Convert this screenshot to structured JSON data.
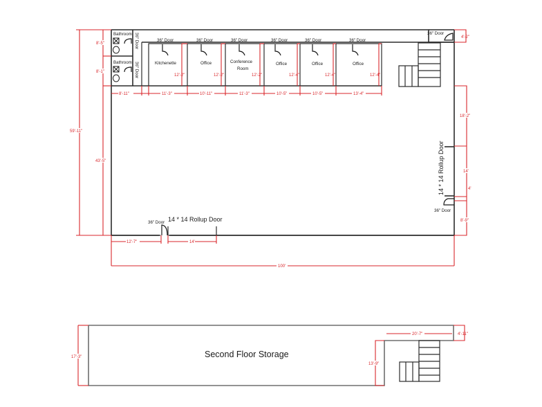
{
  "plan": {
    "colors": {
      "wall": "#2b2b2b",
      "dimension": "#d9262b",
      "text": "#1a1a1a"
    },
    "first_floor": {
      "overall_width": "100'",
      "overall_depth_left": "59'-11\"",
      "open_area_depth": "43'-5\"",
      "bathrooms": [
        {
          "label": "Bathroom",
          "door": "36\" Door",
          "height": "8'-5\""
        },
        {
          "label": "Bathroom",
          "door": "36\" Door",
          "height": "8'-1\""
        }
      ],
      "bathroom_width": "8'-11\"",
      "rooms": [
        {
          "label": "Kitchenette",
          "door": "36\" Door",
          "depth": "12'-2\"",
          "width": "11'-3\""
        },
        {
          "label": "Office",
          "door": "36\" Door",
          "depth": "12'-2\"",
          "width": "10'-11\""
        },
        {
          "label": "Conference",
          "label2": "Room",
          "door": "36\" Door",
          "depth": "12'-2\"",
          "width": "11'-3\""
        },
        {
          "label": "Office",
          "door": "36\" Door",
          "depth": "12'-4\"",
          "width": "10'-5\""
        },
        {
          "label": "Office",
          "door": "36\" Door",
          "depth": "12'-4\"",
          "width": "10'-5\""
        },
        {
          "label": "Office",
          "door": "36\" Door",
          "depth": "12'-4\"",
          "width": "13'-4\""
        }
      ],
      "top_right_door": {
        "label": "36\" Door",
        "dim": "4'-2\""
      },
      "right_side": {
        "upper_dim": "18'-2\"",
        "rollup_label": "14 * 14 Rollup Door",
        "rollup_dim": "14'",
        "gap_dim": "4'",
        "door_label": "36\" Door",
        "lower_dim": "8'-9\""
      },
      "bottom_side": {
        "door_label": "36\" Door",
        "rollup_label": "14 * 14 Rollup Door",
        "left_dim": "12'-7\"",
        "rollup_dim": "14'"
      }
    },
    "second_floor": {
      "title": "Second Floor Storage",
      "depth": "17'-3\"",
      "stair_width": "20'-7\"",
      "stair_offset": "4'-11\"",
      "stair_depth": "13'-9\""
    }
  }
}
